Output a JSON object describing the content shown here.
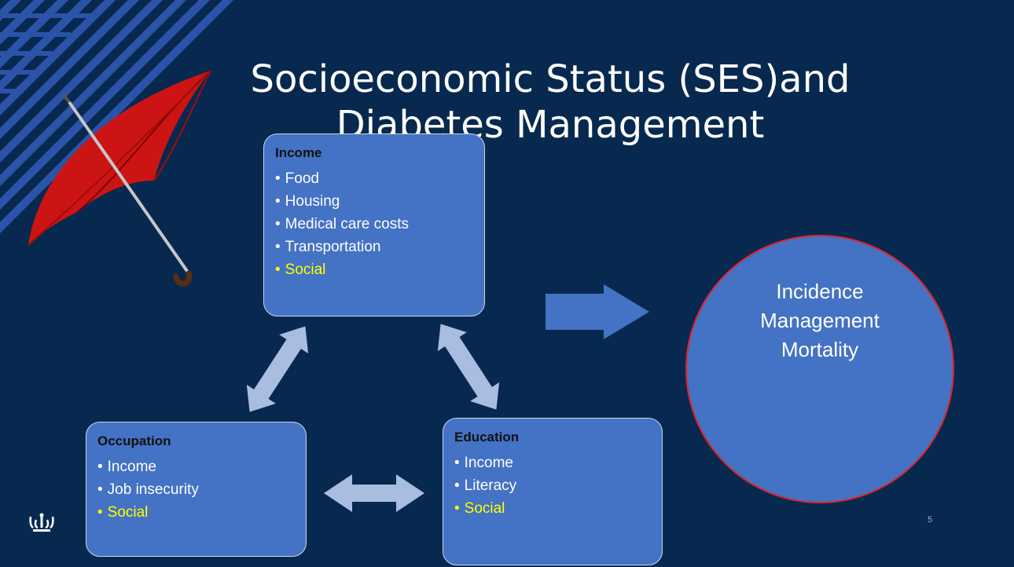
{
  "slide": {
    "title_line1": "Socioeconomic Status (SES)and",
    "title_line2": "Diabetes Management",
    "page_number": "5"
  },
  "income": {
    "heading": "Income",
    "items": [
      "Food",
      "Housing",
      "Medical care costs",
      "Transportation",
      "Social"
    ]
  },
  "occupation": {
    "heading": "Occupation",
    "items": [
      "Income",
      "Job insecurity",
      "Social"
    ]
  },
  "education": {
    "heading": "Education",
    "items": [
      "Income",
      "Literacy",
      "Social"
    ]
  },
  "outcome": {
    "lines": [
      "Incidence",
      "Management",
      "Mortality"
    ]
  },
  "colors": {
    "background": "#08294f",
    "box_fill": "#4472c4",
    "highlight_text": "#ffff00",
    "arrow_fill": "#a9bde0",
    "circle_border": "#e0222c",
    "umbrella": "#d81e1e"
  },
  "icons": {
    "umbrella": "umbrella-icon",
    "logo": "crown-logo-icon"
  }
}
